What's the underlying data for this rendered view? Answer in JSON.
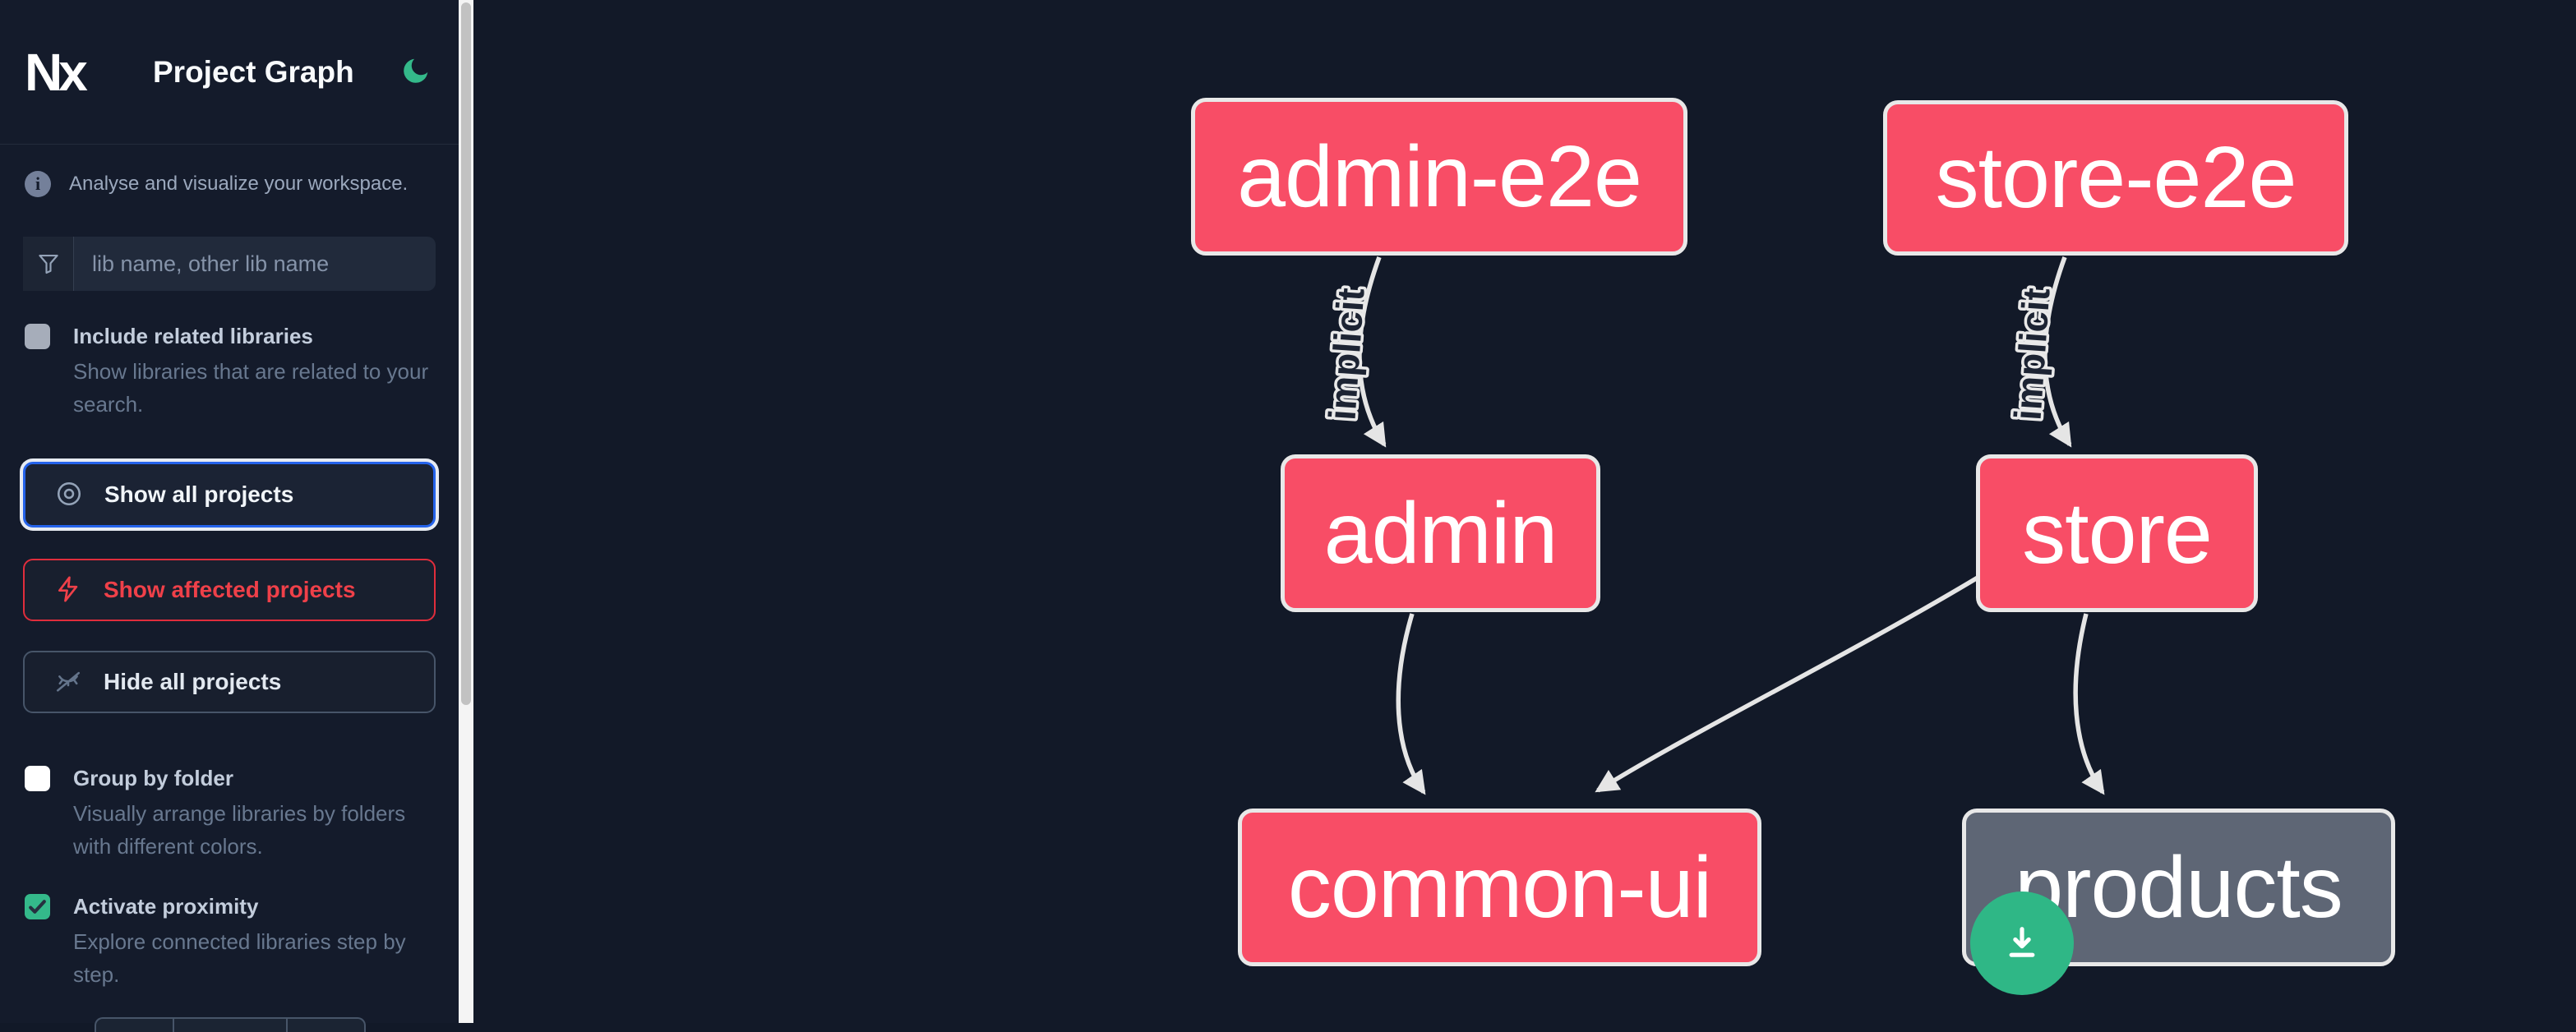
{
  "header": {
    "app_name": "Nx",
    "title": "Project Graph",
    "theme_toggle_icon": "moon-icon"
  },
  "sidebar": {
    "tagline": "Analyse and visualize your workspace.",
    "search": {
      "placeholder": "lib name, other lib name",
      "value": "",
      "icon": "filter-funnel-icon"
    },
    "toggles": [
      {
        "label": "Include related libraries",
        "description": "Show libraries that are related to your search.",
        "checked": false,
        "enabled": false
      },
      {
        "label": "Group by folder",
        "description": "Visually arrange libraries by folders with different colors.",
        "checked": false,
        "enabled": true
      },
      {
        "label": "Activate proximity",
        "description": "Explore connected libraries step by step.",
        "checked": true,
        "enabled": true
      }
    ],
    "buttons": [
      {
        "label": "Show all projects",
        "icon": "eye-icon",
        "state": "focused"
      },
      {
        "label": "Show affected projects",
        "icon": "lightning-bolt-icon",
        "variant": "danger"
      },
      {
        "label": "Hide all projects",
        "icon": "eye-off-icon",
        "variant": "default"
      }
    ]
  },
  "graph": {
    "nodes": [
      {
        "id": "admin-e2e",
        "label": "admin-e2e",
        "type": "affected"
      },
      {
        "id": "store-e2e",
        "label": "store-e2e",
        "type": "affected"
      },
      {
        "id": "admin",
        "label": "admin",
        "type": "affected"
      },
      {
        "id": "store",
        "label": "store",
        "type": "affected"
      },
      {
        "id": "common-ui",
        "label": "common-ui",
        "type": "affected"
      },
      {
        "id": "products",
        "label": "products",
        "type": "unaffected"
      }
    ],
    "edges": [
      {
        "source": "admin-e2e",
        "target": "admin",
        "label": "implicit"
      },
      {
        "source": "store-e2e",
        "target": "store",
        "label": "implicit"
      },
      {
        "source": "admin",
        "target": "common-ui",
        "label": ""
      },
      {
        "source": "store",
        "target": "common-ui",
        "label": ""
      },
      {
        "source": "store",
        "target": "products",
        "label": ""
      }
    ]
  },
  "fab": {
    "icon": "download-icon"
  },
  "colors": {
    "affected_node": "#f84d66",
    "unaffected_node": "#5e6675",
    "edge": "#e5e5e5",
    "accent_green": "#2fb786",
    "focus_blue": "#2563eb",
    "danger_red": "#ef4049",
    "sidebar_bg": "#141b2b",
    "canvas_bg": "#121928"
  }
}
